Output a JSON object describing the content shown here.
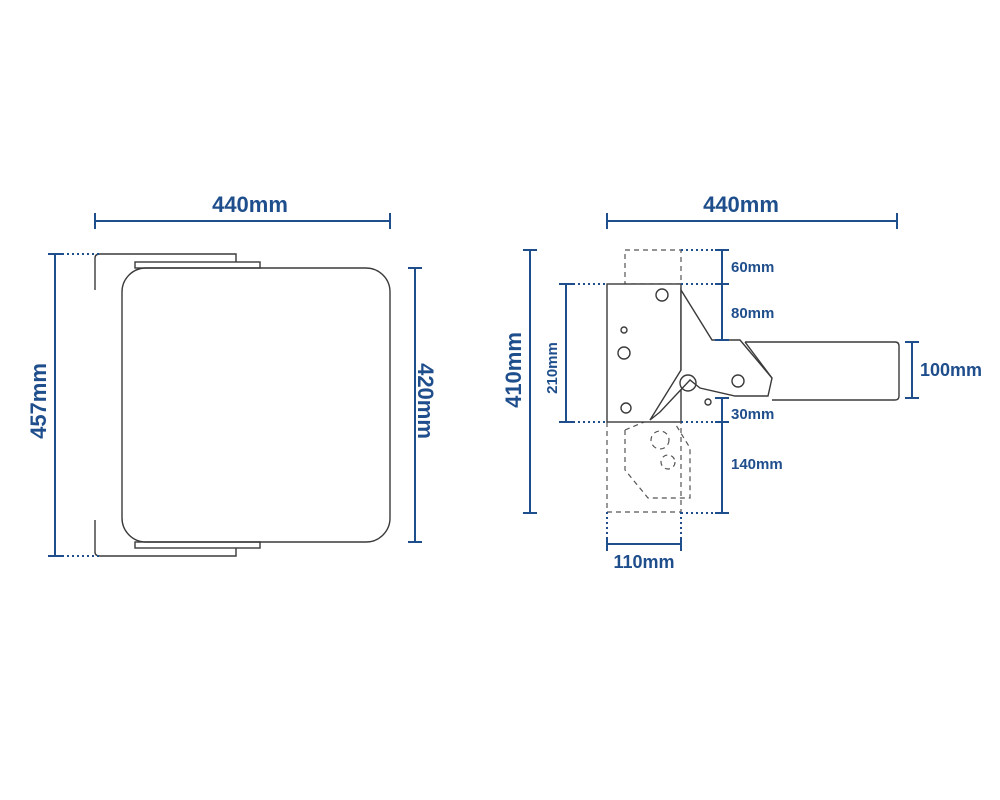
{
  "colors": {
    "dimension": "#1f4e8c",
    "outline": "#3a3a3a"
  },
  "top_view": {
    "width_label": "440mm",
    "depth_label": "457mm",
    "seat_depth_label": "420mm"
  },
  "side_view": {
    "width_label": "440mm",
    "height_label": "410mm",
    "bracket_height_label": "210mm",
    "seat_thickness_label": "100mm",
    "bracket_width_label": "110mm",
    "offset_top_label": "60mm",
    "offset_upper_label": "80mm",
    "offset_gap_label": "30mm",
    "offset_lower_label": "140mm"
  }
}
